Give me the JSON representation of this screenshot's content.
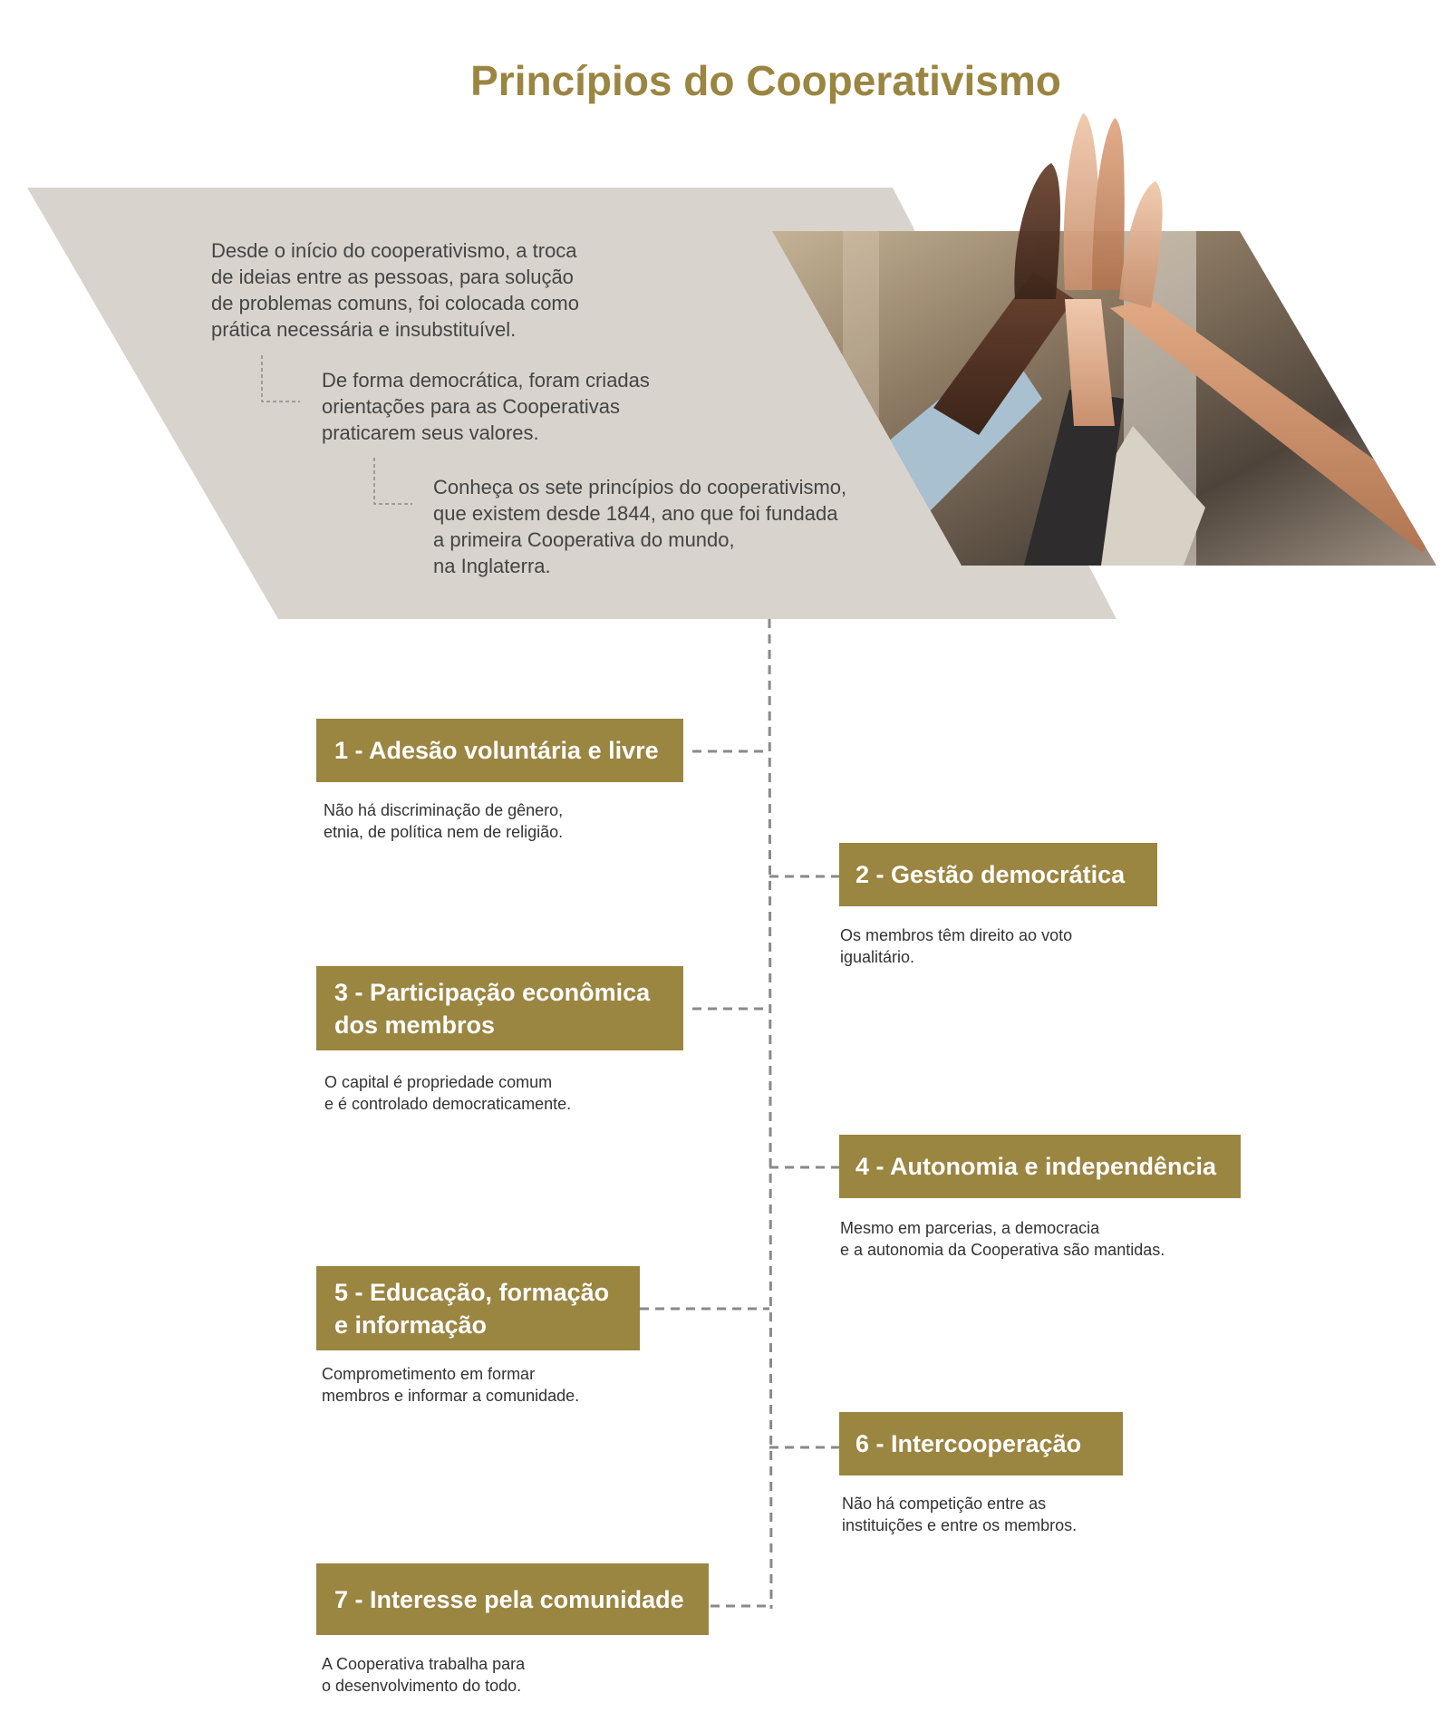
{
  "title": "Princípios do Cooperativismo",
  "intro": {
    "paragraph1": "Desde o início do cooperativismo, a troca\nde ideias entre as pessoas, para solução\nde problemas comuns, foi colocada como\nprática necessária e insubstituível.",
    "paragraph2": "De forma democrática, foram criadas\norientações para as Cooperativas\npraticarem seus valores.",
    "paragraph3": "Conheça os sete princípios do cooperativismo,\nque existem desde 1844, ano que foi fundada\na primeira Cooperativa do mundo,\nna Inglaterra."
  },
  "colors": {
    "accent": "#9a8541",
    "panel": "#d8d4cd",
    "connector": "#8a8a8a"
  },
  "principles": [
    {
      "title": "1 - Adesão voluntária e livre",
      "description": "Não há discriminação de gênero,\netnia, de política nem de religião."
    },
    {
      "title": "2 - Gestão democrática",
      "description": "Os membros têm direito ao voto\nigualitário."
    },
    {
      "title": "3 - Participação econômica\ndos membros",
      "description": "O capital é propriedade comum\ne é controlado democraticamente."
    },
    {
      "title": "4 - Autonomia e independência",
      "description": "Mesmo em parcerias, a democracia\ne a autonomia da Cooperativa são mantidas."
    },
    {
      "title": "5 - Educação, formação\ne informação",
      "description": "Comprometimento em formar\nmembros e informar a comunidade."
    },
    {
      "title": "6 - Intercooperação",
      "description": "Não há competição entre as\ninstituições e entre os membros."
    },
    {
      "title": "7 - Interesse pela comunidade",
      "description": "A Cooperativa trabalha para\no desenvolvimento do todo."
    }
  ]
}
